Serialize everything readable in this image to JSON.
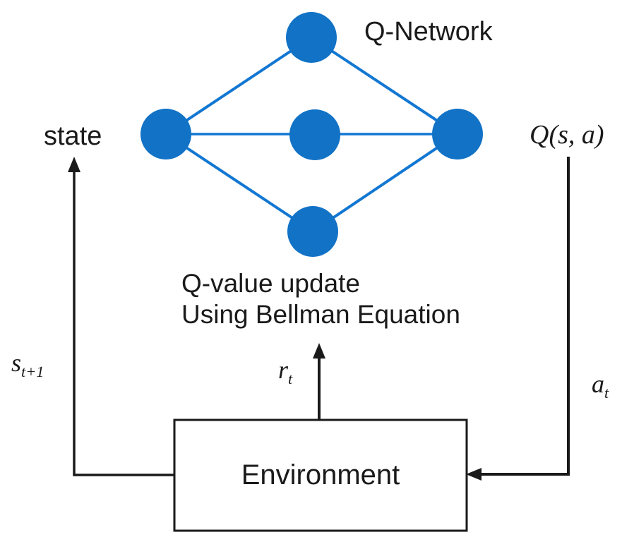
{
  "colors": {
    "node_blue": "#1172C6",
    "edge_blue": "#1277D2",
    "line_black": "#1a1a1a"
  },
  "labels": {
    "network_title": "Q-Network",
    "state": "state",
    "q_sa": "Q(s, a)",
    "update_line1": "Q-value update",
    "update_line2": "Using Bellman Equation",
    "s_next": {
      "base": "s",
      "sub": "t+1"
    },
    "reward": {
      "base": "r",
      "sub": "t"
    },
    "action": {
      "base": "a",
      "sub": "t"
    },
    "environment": "Environment"
  }
}
